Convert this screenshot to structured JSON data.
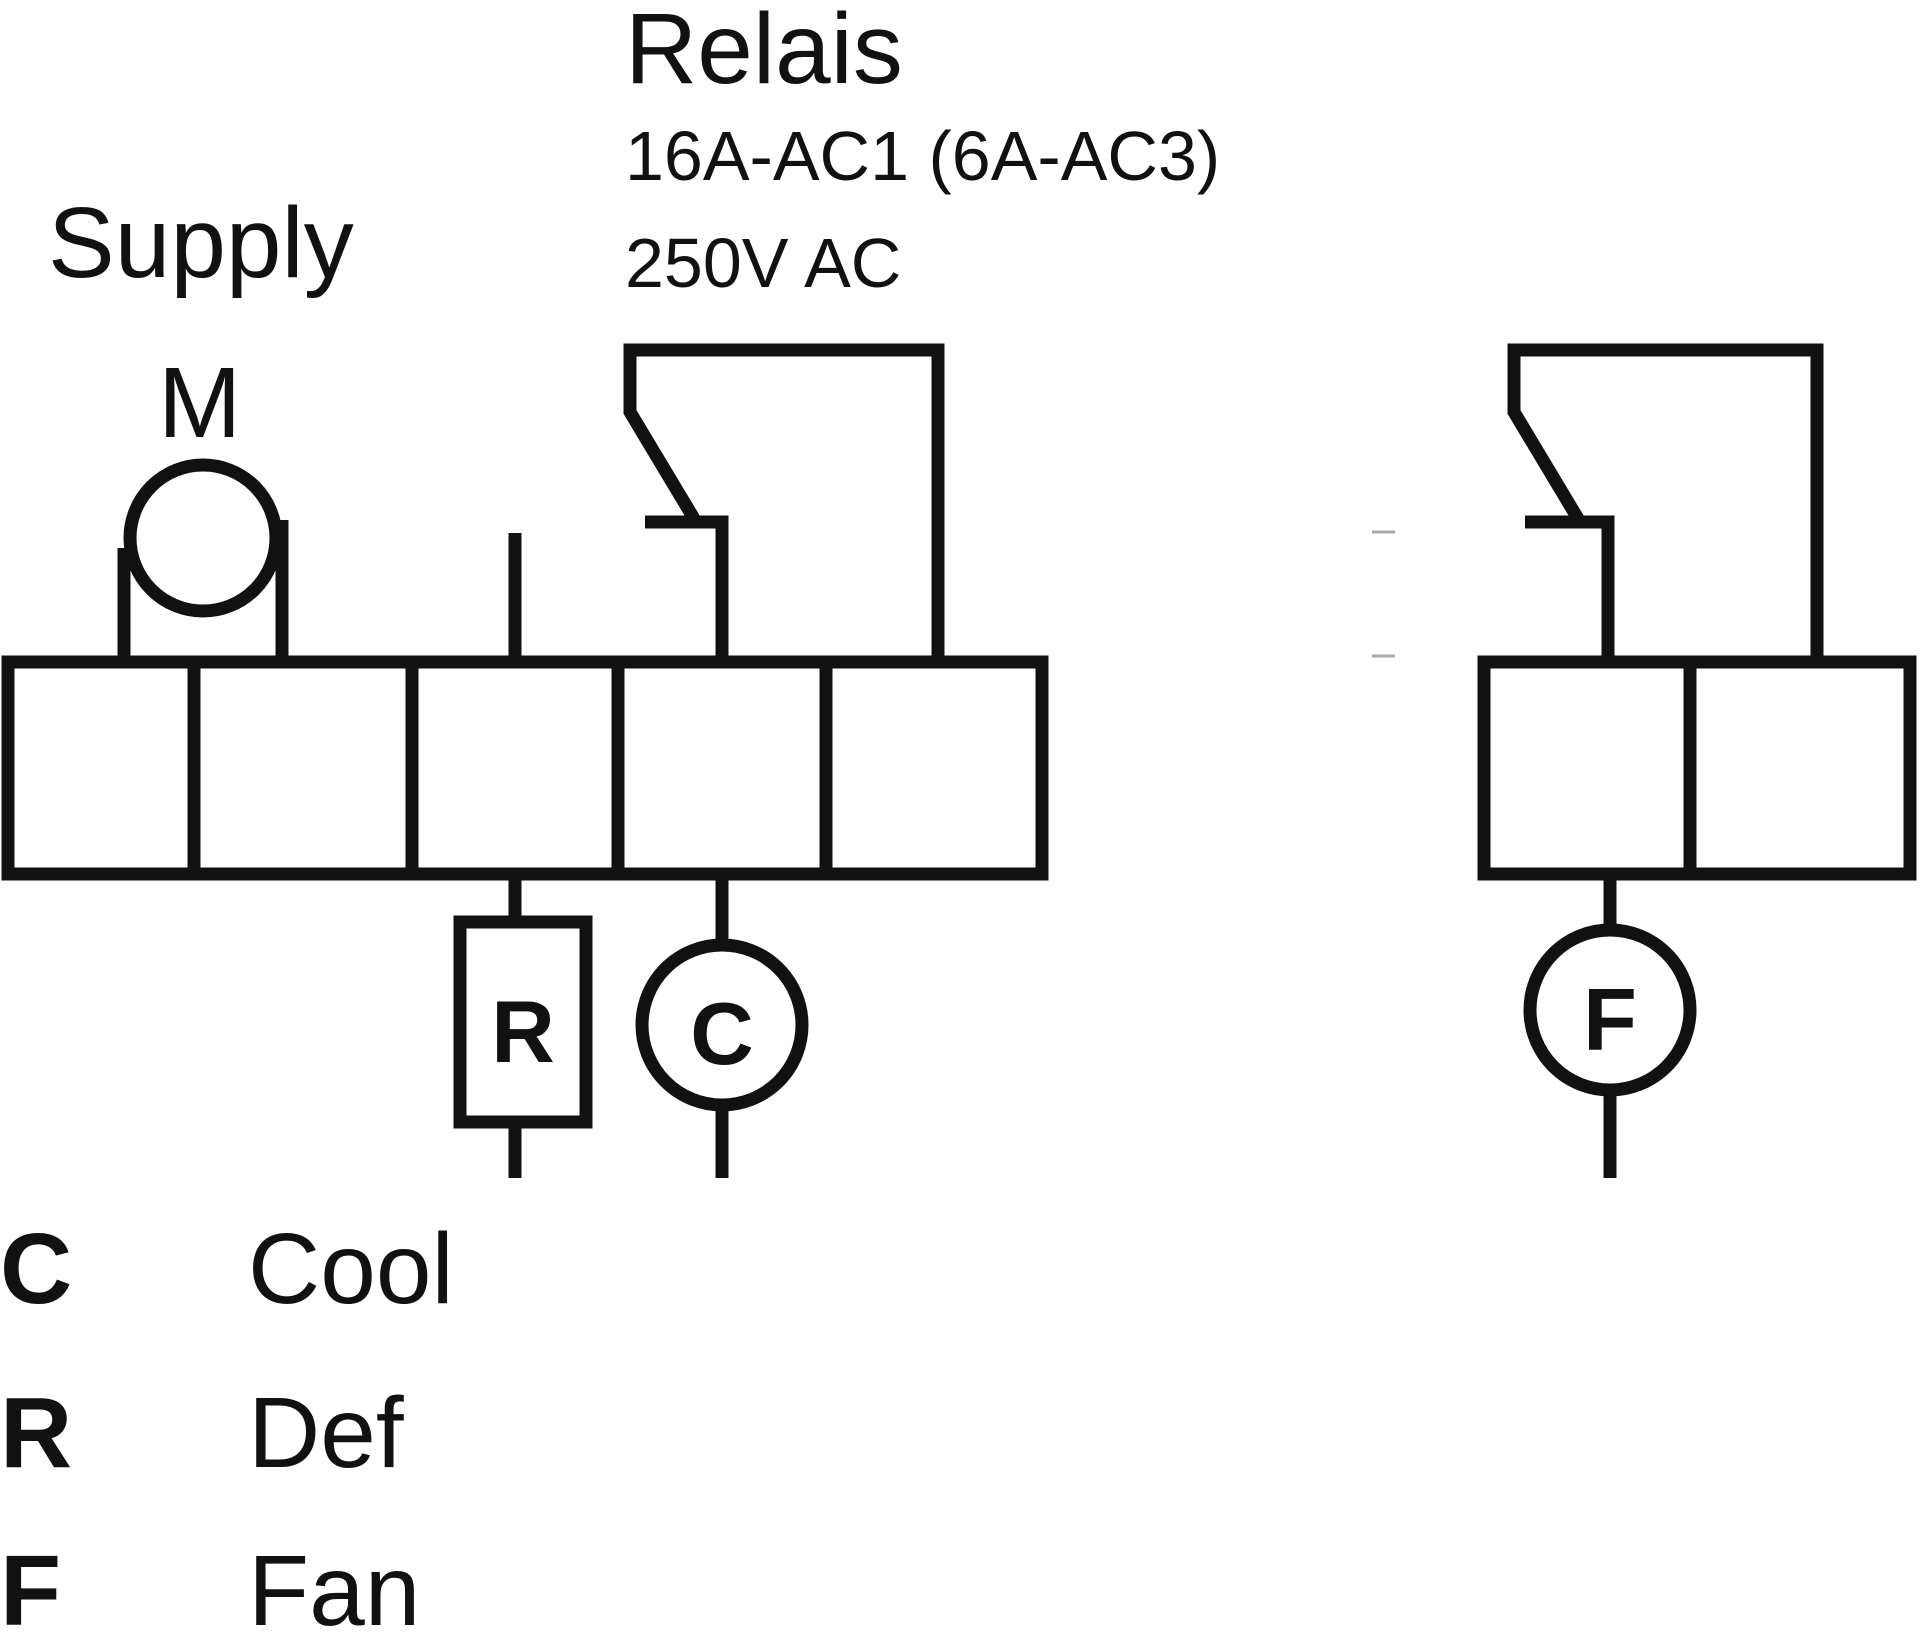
{
  "labels": {
    "supply": "Supply",
    "motor": "M",
    "relay_title": "Relais",
    "relay_rating_1": "16A-AC1 (6A-AC3)",
    "relay_rating_2": "250V AC"
  },
  "symbols": {
    "defrost": "R",
    "cool": "C",
    "fan": "F"
  },
  "legend": [
    {
      "key": "C",
      "value": "Cool"
    },
    {
      "key": "R",
      "value": "Def"
    },
    {
      "key": "F",
      "value": "Fan"
    }
  ]
}
